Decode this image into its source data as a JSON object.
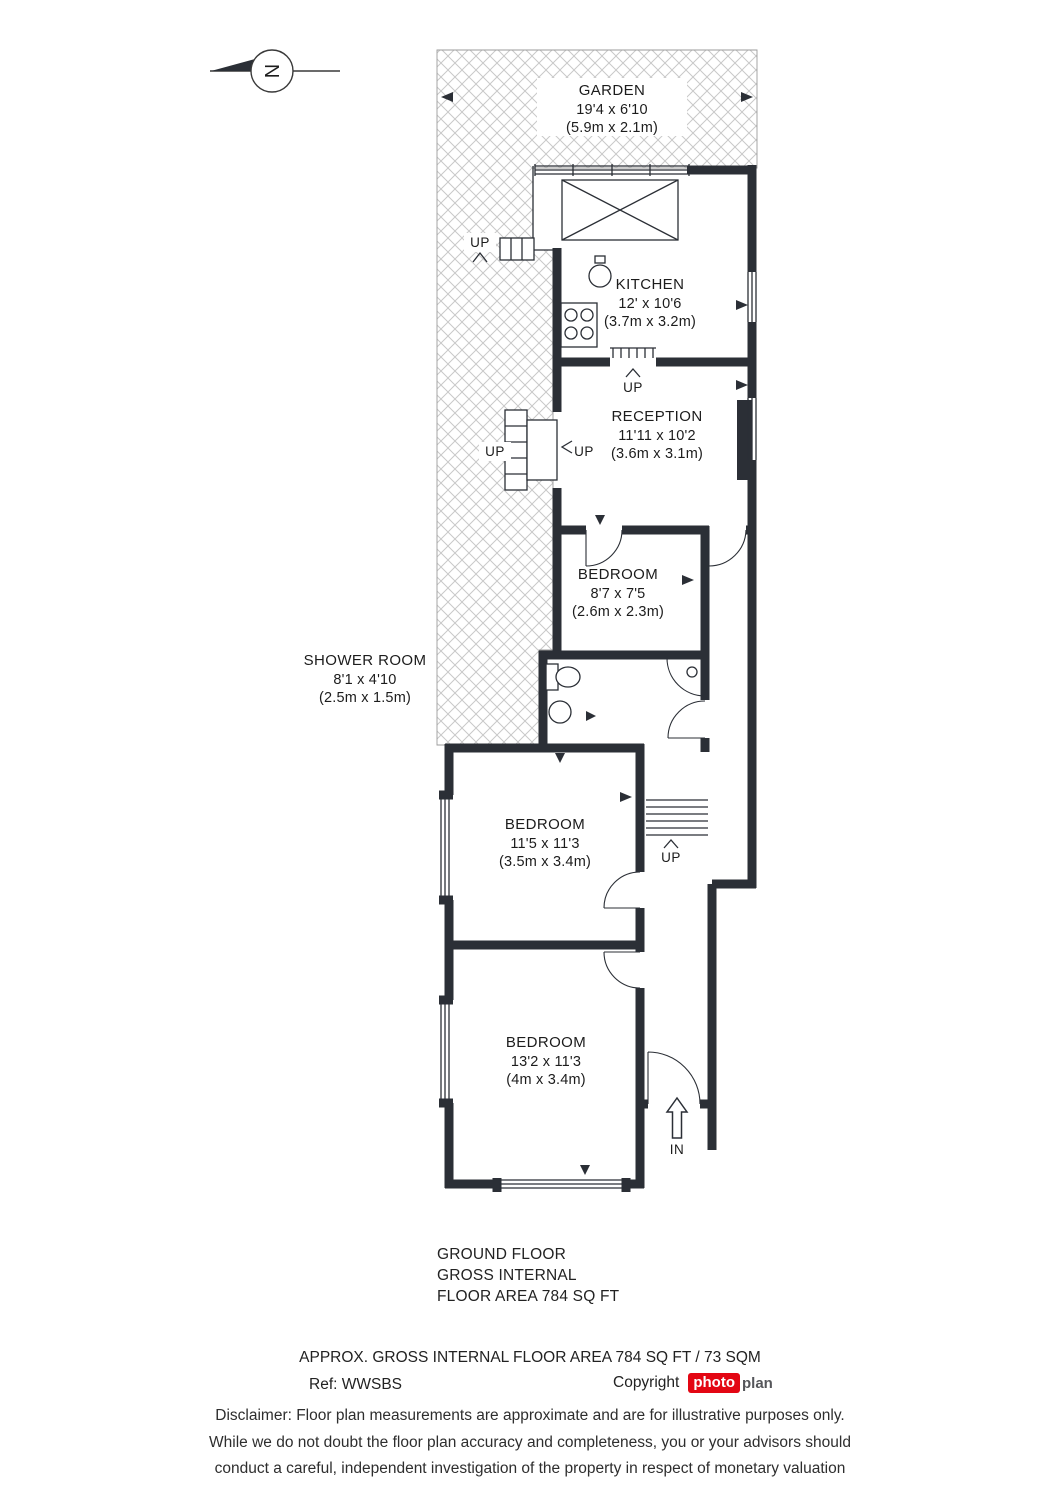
{
  "compass": {
    "letter": "N"
  },
  "rooms": {
    "garden": {
      "name": "GARDEN",
      "imperial": "19'4 x 6'10",
      "metric": "(5.9m x 2.1m)"
    },
    "kitchen": {
      "name": "KITCHEN",
      "imperial": "12' x 10'6",
      "metric": "(3.7m x 3.2m)"
    },
    "reception": {
      "name": "RECEPTION",
      "imperial": "11'11 x 10'2",
      "metric": "(3.6m x 3.1m)"
    },
    "bedroom1": {
      "name": "BEDROOM",
      "imperial": "8'7 x 7'5",
      "metric": "(2.6m x 2.3m)"
    },
    "shower_room": {
      "name": "SHOWER ROOM",
      "imperial": "8'1 x 4'10",
      "metric": "(2.5m x 1.5m)"
    },
    "bedroom2": {
      "name": "BEDROOM",
      "imperial": "11'5 x 11'3",
      "metric": "(3.5m x 3.4m)"
    },
    "bedroom3": {
      "name": "BEDROOM",
      "imperial": "13'2 x 11'3",
      "metric": "(4m x 3.4m)"
    }
  },
  "markers": {
    "up": "UP",
    "in": "IN"
  },
  "summary": {
    "line1": "GROUND FLOOR",
    "line2": "GROSS INTERNAL",
    "line3": "FLOOR AREA 784 SQ FT"
  },
  "footer": {
    "approx_area": "APPROX. GROSS INTERNAL FLOOR AREA 784 SQ FT / 73 SQM",
    "ref": "Ref: WWSBS",
    "copyright_label": "Copyright",
    "brand_photo": "photo",
    "brand_plan": "plan",
    "disclaimer1": "Disclaimer: Floor plan measurements are approximate and are for illustrative purposes only.",
    "disclaimer2": "While we do not doubt the floor plan accuracy and completeness, you or your advisors should",
    "disclaimer3": "conduct a careful, independent investigation of the property in respect of monetary valuation"
  },
  "colors": {
    "wall": "#2b2f36",
    "hatch": "#c9c9c9",
    "brand_red": "#e30613",
    "text": "#1c1c1c"
  }
}
